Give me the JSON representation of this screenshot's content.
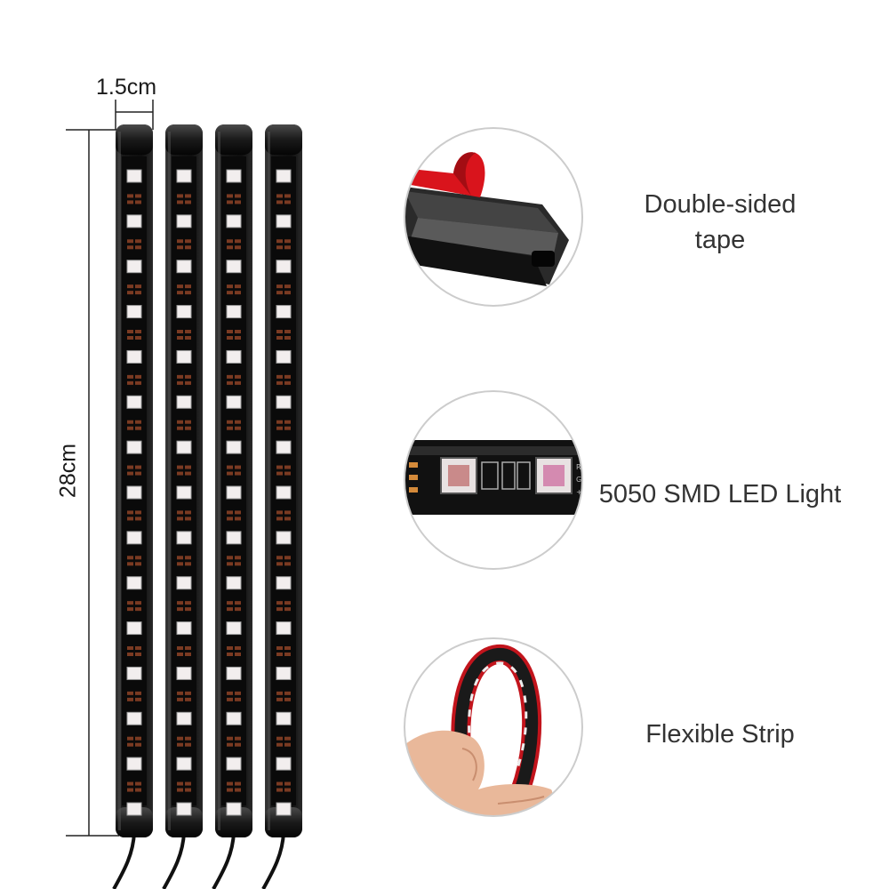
{
  "dimensions": {
    "width_label": "1.5cm",
    "length_label": "28cm"
  },
  "strips": {
    "count": 4,
    "leds_per_strip": 15
  },
  "features": [
    {
      "label": "Double-sided tape"
    },
    {
      "label": "5050 SMD LED Light"
    },
    {
      "label": "Flexible Strip"
    }
  ],
  "colors": {
    "strip_body": "#141414",
    "led": "#f2eeee",
    "resistor": "#7a3a22",
    "tape_liner": "#d9141c",
    "circle_border": "#cccccc",
    "skin": "#e9b89a"
  }
}
